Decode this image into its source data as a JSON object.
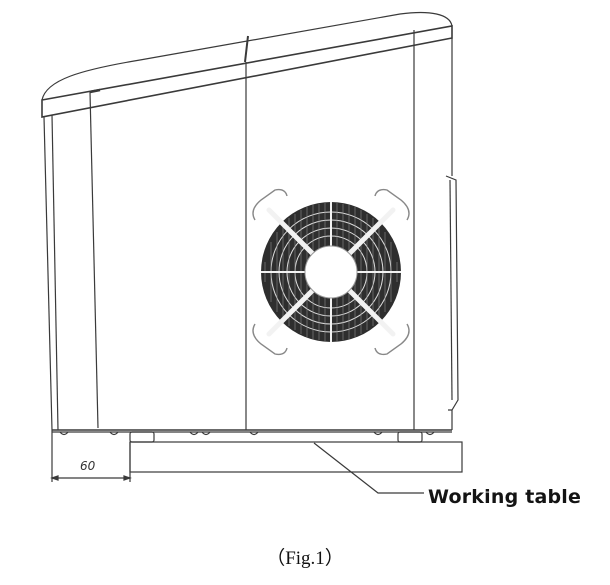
{
  "figure": {
    "subject": "Ice maker side view line drawing",
    "caption": "（Fig.1）",
    "dimension_label": "60",
    "callouts": [
      {
        "label": "Working table",
        "target": "working-table"
      }
    ],
    "colors": {
      "line": "#3a3a3a",
      "fan_fill": "#2e2e2e",
      "background": "#ffffff",
      "text": "#141414"
    }
  }
}
